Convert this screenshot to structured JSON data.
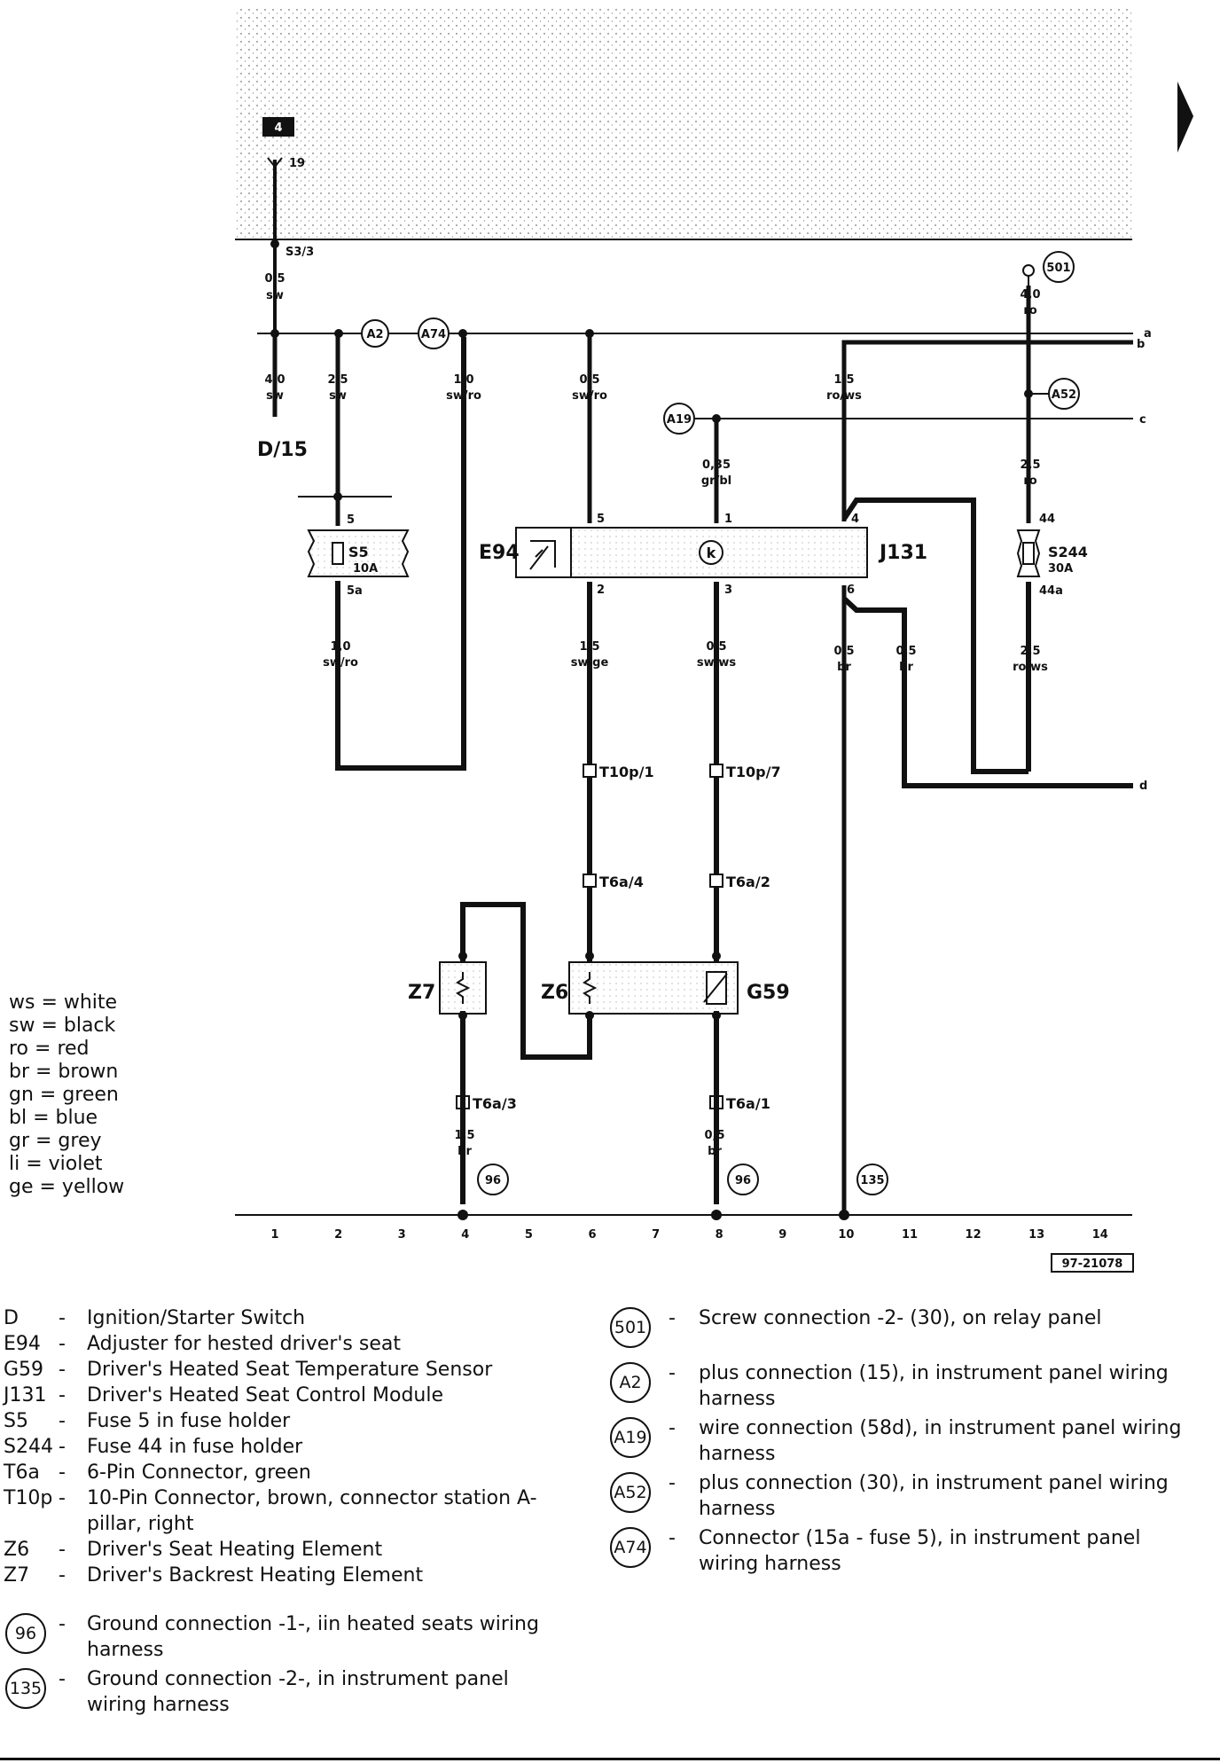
{
  "page": {
    "arrow_marker": "right-triangle",
    "ref_number": "97-21078"
  },
  "diagram": {
    "top_box_label": "4",
    "ref_19": "19",
    "ref_s33": "S3/3",
    "wire_top_size": "0,5",
    "wire_top_color": "sw",
    "circle_501": "501",
    "wire_501_size": "4,0",
    "wire_501_color": "ro",
    "circle_a2": "A2",
    "circle_a74": "A74",
    "circle_a19": "A19",
    "circle_a52": "A52",
    "line_a": "a",
    "line_b": "b",
    "line_c": "c",
    "line_d": "d",
    "w1_size": "4,0",
    "w1_color": "sw",
    "w2_size": "2,5",
    "w2_color": "sw",
    "w4_size": "1,0",
    "w4_color": "sw/ro",
    "w6_size": "0,5",
    "w6_color": "sw/ro",
    "w10_size": "1,5",
    "w10_color": "ro/ws",
    "wa19_size": "0,35",
    "wa19_color": "gr/bl",
    "w13_size": "2,5",
    "w13_color": "ro",
    "d15": "D/15",
    "s5_pin_in": "5",
    "s5_pin_out": "5a",
    "s5_name": "S5",
    "s5_rating": "10A",
    "s244_pin_in": "44",
    "s244_pin_out": "44a",
    "s244_name": "S244",
    "s244_rating": "30A",
    "e94": "E94",
    "j131": "J131",
    "pin_5": "5",
    "pin_1": "1",
    "pin_4": "4",
    "pin_2": "2",
    "pin_3": "3",
    "pin_6": "6",
    "relay_symbol": "k",
    "lw2_size": "1,0",
    "lw2_color": "sw/ro",
    "lw6_size": "1,5",
    "lw6_color": "sw/ge",
    "lw8_size": "0,5",
    "lw8_color": "sw/ws",
    "lw10_size": "0,5",
    "lw10_color": "br",
    "lw11_size": "0,5",
    "lw11_color": "br",
    "lw13_size": "2,5",
    "lw13_color": "ro/ws",
    "t10p1": "T10p/1",
    "t10p7": "T10p/7",
    "t6a4": "T6a/4",
    "t6a2": "T6a/2",
    "z7": "Z7",
    "z6": "Z6",
    "g59": "G59",
    "t6a3": "T6a/3",
    "t6a1": "T6a/1",
    "gw4_size": "1,5",
    "gw4_color": "br",
    "gw8_size": "0,5",
    "gw8_color": "br",
    "circle_96a": "96",
    "circle_96b": "96",
    "circle_135": "135",
    "columns": [
      "1",
      "2",
      "3",
      "4",
      "5",
      "6",
      "7",
      "8",
      "9",
      "10",
      "11",
      "12",
      "13",
      "14"
    ]
  },
  "color_key": [
    "ws = white",
    "sw = black",
    "ro  = red",
    "br  = brown",
    "gn = green",
    "bl  = blue",
    "gr  = grey",
    "li   = violet",
    "ge = yellow"
  ],
  "legend_components": [
    {
      "code": "D",
      "desc": "Ignition/Starter Switch"
    },
    {
      "code": "E94",
      "desc": "Adjuster for hested driver's seat"
    },
    {
      "code": "G59",
      "desc": "Driver's Heated Seat Temperature Sensor"
    },
    {
      "code": "J131",
      "desc": "Driver's Heated Seat Control Module"
    },
    {
      "code": "S5",
      "desc": "Fuse 5 in fuse holder"
    },
    {
      "code": "S244",
      "desc": "Fuse 44 in fuse holder"
    },
    {
      "code": "T6a",
      "desc": "6-Pin Connector, green"
    },
    {
      "code": "T10p",
      "desc": "10-Pin Connector, brown, connector station A-pillar, right"
    },
    {
      "code": "Z6",
      "desc": "Driver's Seat Heating Element"
    },
    {
      "code": "Z7",
      "desc": "Driver's Backrest Heating Element"
    }
  ],
  "legend_grounds": [
    {
      "code": "96",
      "desc": "Ground connection -1-, iin heated seats wiring harness"
    },
    {
      "code": "135",
      "desc": "Ground connection -2-, in instrument panel wiring harness"
    }
  ],
  "legend_connections": [
    {
      "code": "501",
      "desc": "Screw connection -2- (30), on relay panel"
    },
    {
      "code": "A2",
      "desc": "plus connection (15), in instrument panel wiring harness"
    },
    {
      "code": "A19",
      "desc": "wire connection (58d), in instrument panel wiring harness"
    },
    {
      "code": "A52",
      "desc": "plus connection (30), in instrument panel wiring harness"
    },
    {
      "code": "A74",
      "desc": "Connector (15a - fuse 5), in instrument panel wiring harness"
    }
  ]
}
